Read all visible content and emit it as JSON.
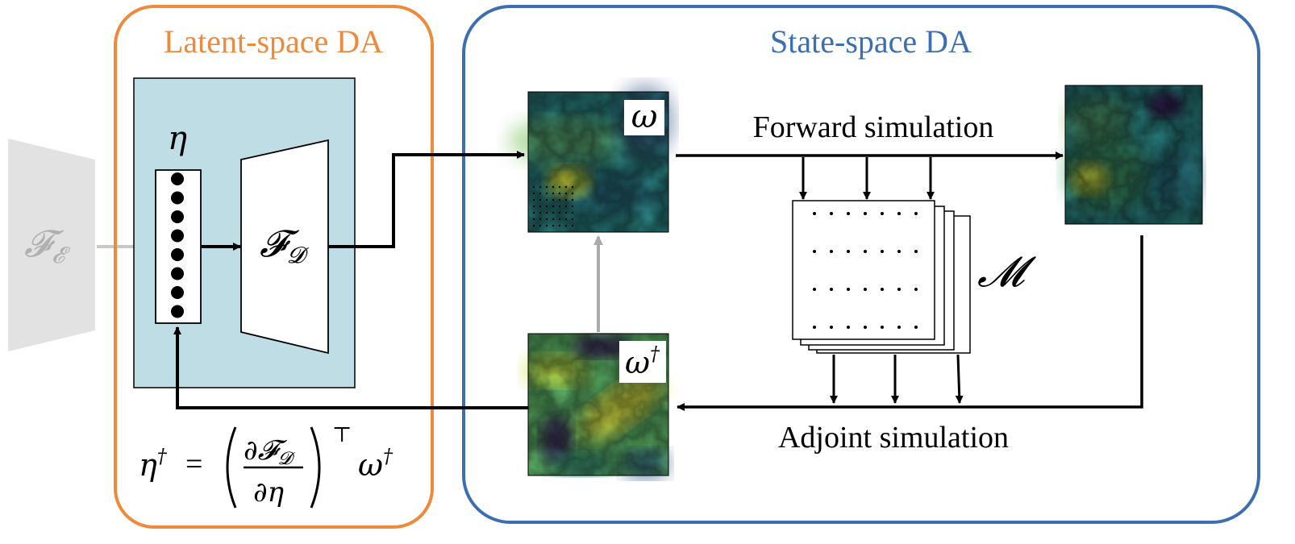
{
  "colors": {
    "latent_border": "#EE8A3C",
    "state_border": "#3B6FB0",
    "latent_title": "#EE8A3C",
    "state_title": "#3B6FB0",
    "decoder_panel_fill": "#BFDDE5",
    "encoder_fill": "#E2E2E2",
    "encoder_arrow": "#C8C8C8",
    "feedback_arrow": "#AAAAAA",
    "field_dark": "#3B1F5E",
    "field_mid": "#2C8A8A",
    "field_bright": "#F4E43A"
  },
  "latent_panel": {
    "title": "Latent-space DA"
  },
  "state_panel": {
    "title": "State-space DA"
  },
  "encoder": {
    "symbol": "𝓕",
    "subscript": "𝓔",
    "icon": "trapezoid-encoder-shape"
  },
  "latent_vector": {
    "label": "η",
    "dots": 8
  },
  "decoder": {
    "symbol": "𝓕",
    "subscript": "𝓓",
    "icon": "trapezoid-decoder-shape"
  },
  "initial_field": {
    "label": "ω"
  },
  "adjoint_field": {
    "label": "ω",
    "superscript": "†"
  },
  "forward_simulation": {
    "label": "Forward simulation"
  },
  "adjoint_simulation": {
    "label": "Adjoint simulation"
  },
  "observation_operator": {
    "label": "𝓜",
    "sheets": 4,
    "dot_rows": 4,
    "dot_cols": 7
  },
  "equation": {
    "lhs": "η",
    "lhs_sup": "†",
    "equals": "=",
    "numerator_partial": "∂",
    "numerator_symbol": "𝓕",
    "numerator_sub": "𝓓",
    "denominator": "∂η",
    "transpose": "⊤",
    "rhs": "ω",
    "rhs_sup": "†"
  }
}
